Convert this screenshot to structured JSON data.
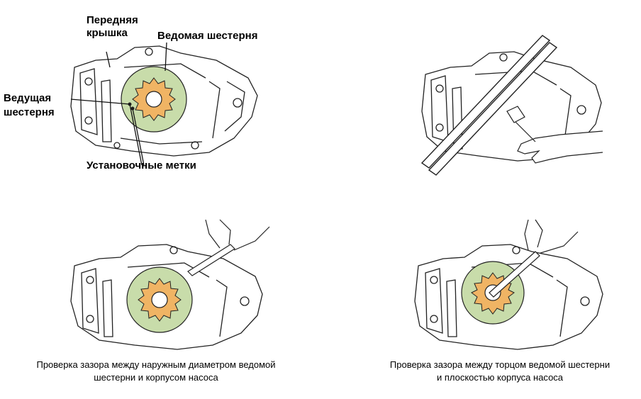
{
  "labels": {
    "front_cover_line1": "Передняя",
    "front_cover_line2": "крышка",
    "driven_gear": "Ведомая шестерня",
    "drive_gear_line1": "Ведущая",
    "drive_gear_line2": "шестерня",
    "alignment_marks": "Установочные метки"
  },
  "captions": {
    "left_line1": "Проверка зазора между наружным диаметром ведомой",
    "left_line2": "шестерни и корпусом насоса",
    "right_line1": "Проверка зазора между торцом ведомой шестерни",
    "right_line2": "и плоскостью корпуса насоса"
  },
  "colors": {
    "outer_rotor": "#c8dcaa",
    "inner_gear": "#f0b464",
    "line": "#222222"
  }
}
